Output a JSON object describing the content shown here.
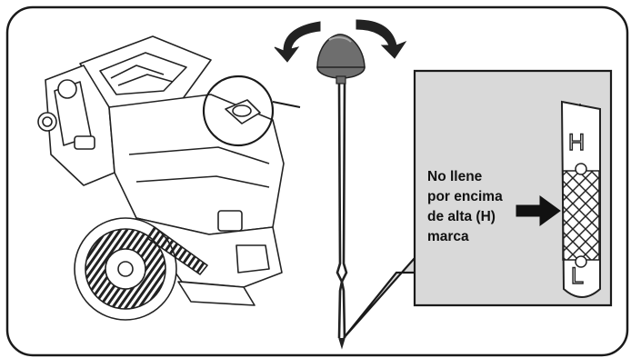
{
  "callout": {
    "lines": [
      "No llene",
      "por encima",
      "de alta (H)",
      "marca"
    ]
  },
  "dipstick": {
    "high_mark": "H",
    "low_mark": "L"
  },
  "colors": {
    "frame_border": "#1a1a1a",
    "callout_fill": "#d9d9d9",
    "cap_fill": "#6e6e6e",
    "engine_line": "#222222",
    "background": "#ffffff"
  },
  "icons": [
    "rotate-left-arrow-icon",
    "rotate-right-arrow-icon",
    "dipstick-cap-icon",
    "pointer-arrow-icon"
  ]
}
